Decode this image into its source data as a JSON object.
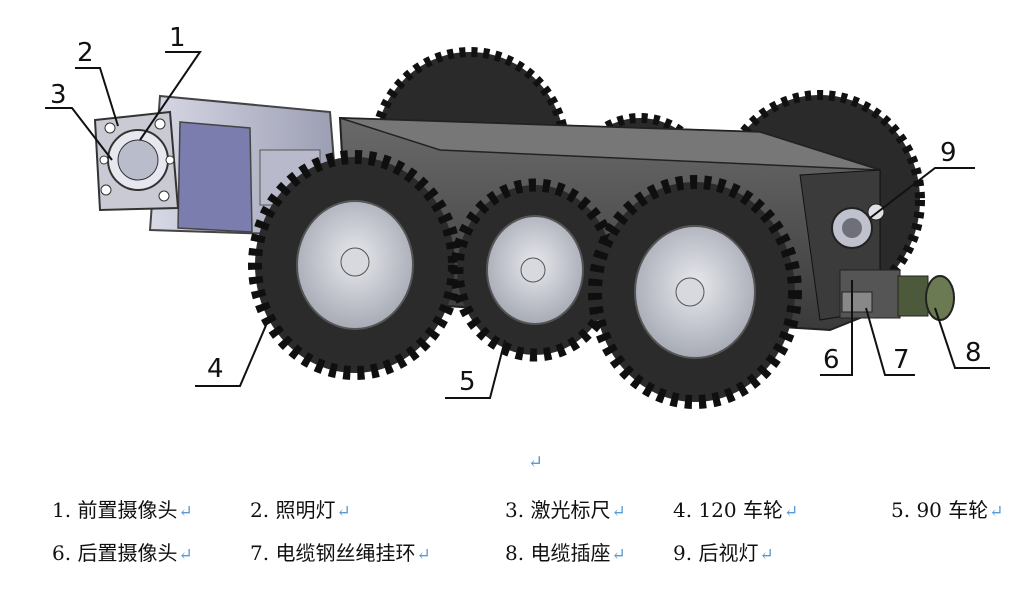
{
  "callouts": {
    "c1": "1",
    "c2": "2",
    "c3": "3",
    "c4": "4",
    "c5": "5",
    "c6": "6",
    "c7": "7",
    "c8": "8",
    "c9": "9"
  },
  "legend": [
    {
      "num": "1.",
      "label": "前置摄像头"
    },
    {
      "num": "2.",
      "label": "照明灯"
    },
    {
      "num": "3.",
      "label": "激光标尺"
    },
    {
      "num": "4.",
      "label": "120 车轮"
    },
    {
      "num": "5.",
      "label": "90 车轮"
    },
    {
      "num": "6.",
      "label": "后置摄像头"
    },
    {
      "num": "7.",
      "label": "电缆钢丝绳挂环"
    },
    {
      "num": "8.",
      "label": "电缆插座"
    },
    {
      "num": "9.",
      "label": "后视灯"
    }
  ],
  "return_mark": "↵",
  "colors": {
    "return_mark": "#5b9bd5",
    "body": "#4a4a4a",
    "tire": "#2b2b2b",
    "hub": "#c9ccd4"
  }
}
